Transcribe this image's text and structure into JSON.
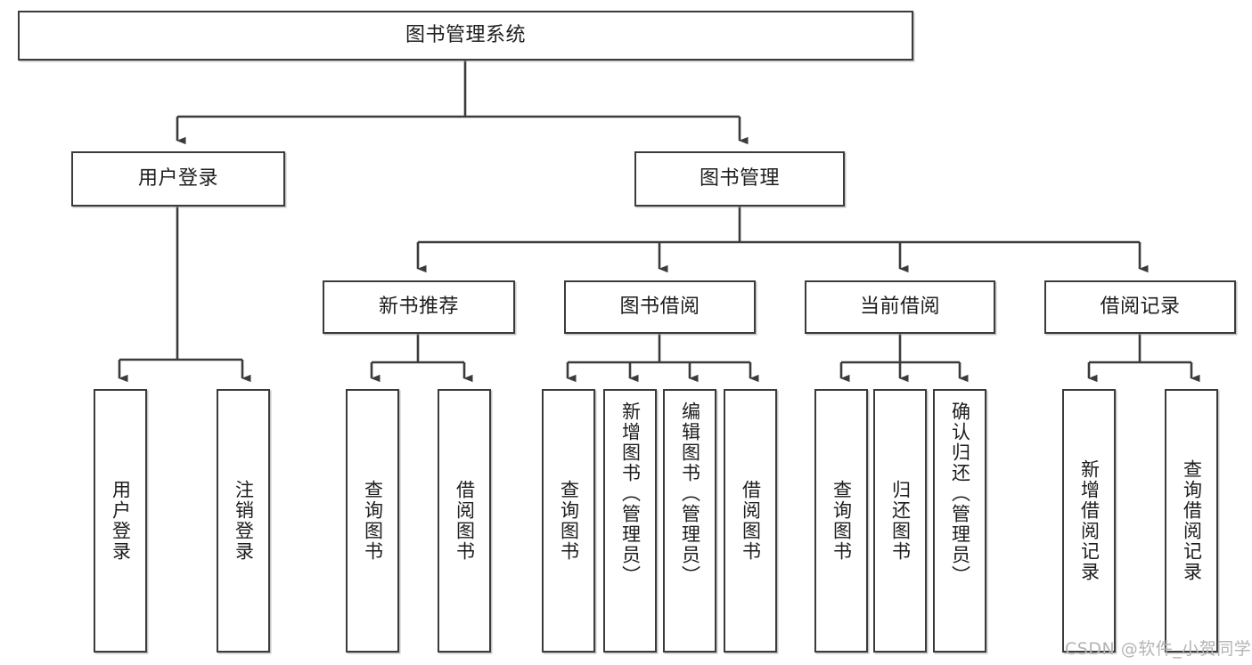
{
  "diagram": {
    "type": "tree-hierarchy",
    "title": "图书管理系统",
    "orientation": "top-down",
    "colors": {
      "box_border": "#3b3b3b",
      "box_fill": "#ffffff",
      "connector": "#3b3b3b",
      "text": "#1d1d1d",
      "watermark": "#b4b4b4"
    },
    "levels": {
      "root": {
        "label": "图书管理系统"
      },
      "level2": [
        {
          "label": "用户登录"
        },
        {
          "label": "图书管理"
        }
      ],
      "level3": [
        {
          "label": "新书推荐"
        },
        {
          "label": "图书借阅"
        },
        {
          "label": "当前借阅"
        },
        {
          "label": "借阅记录"
        }
      ],
      "leaves": {
        "user_login": [
          {
            "label": "用户登录"
          },
          {
            "label": "注销登录"
          }
        ],
        "new_book_recommend": [
          {
            "label": "查询图书"
          },
          {
            "label": "借阅图书"
          }
        ],
        "book_borrow": [
          {
            "label": "查询图书"
          },
          {
            "label": "新增图书（管理员）"
          },
          {
            "label": "编辑图书（管理员）"
          },
          {
            "label": "借阅图书"
          }
        ],
        "current_borrow": [
          {
            "label": "查询图书"
          },
          {
            "label": "归还图书"
          },
          {
            "label": "确认归还（管理员）"
          }
        ],
        "borrow_record": [
          {
            "label": "新增借阅记录"
          },
          {
            "label": "查询借阅记录"
          }
        ]
      }
    },
    "watermark": "CSDN @软件_小贺同学"
  }
}
